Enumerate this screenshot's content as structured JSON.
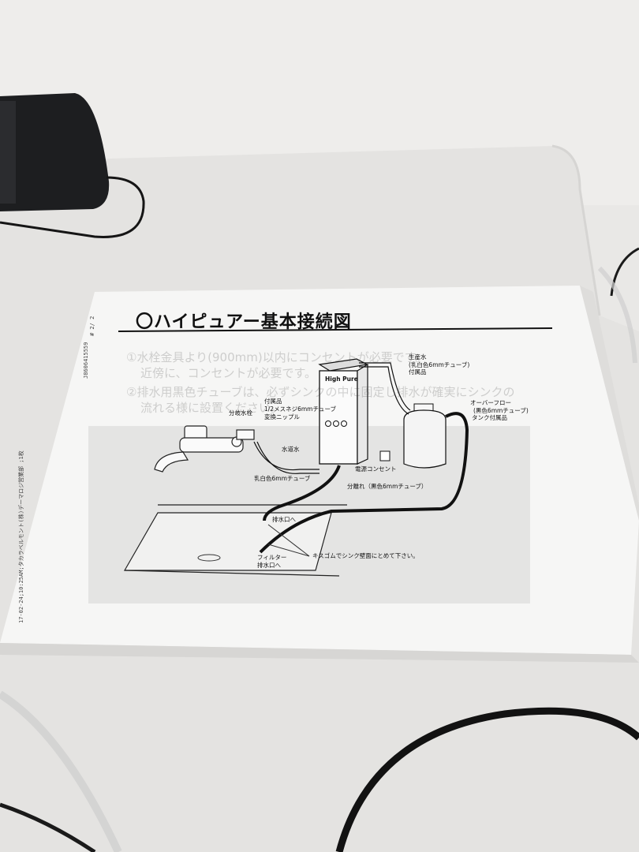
{
  "document": {
    "title": "〇ハイピュアー基本接続図",
    "unit_brand": "High Pure",
    "ghost_lines": [
      "①水栓金具より(900mm)以内にコンセントが必要です。",
      "近傍に、コンセントが必要です。",
      "②排水用黒色チューブは、必ずシンクの中に固定し排水が確実にシンクの",
      "流れる様に設置ください。"
    ],
    "labels": {
      "produced_water": "生産水",
      "produced_tube": "(乳白色6mmチューブ)",
      "produced_accessory": "付属品",
      "accessory_top": "付属品",
      "nipple_size": "1/2メスネジ6mmチューブ",
      "nipple": "変換ニップル",
      "faucet": "分岐水栓",
      "tap_water": "水道水",
      "tap_tube": "乳白色6mmチューブ",
      "outlet": "電源コンセント",
      "overflow": "オーバーフロー",
      "overflow_tube": "(黒色6mmチューブ)",
      "overflow_accessory": "タンク付属品",
      "separation": "分離れ（黒色6mmチューブ）",
      "drain_port": "排水口へ",
      "filter": "フィルター",
      "filter_drain": "排水口へ",
      "kiss_gum": "キスゴムでシンク壁面にとめて下さい。"
    },
    "fax_header": "17-02-24;10:25AM;タカラベルモント(株)デーマロジ営業部 ;1枚",
    "fax_number": "J8606415559",
    "page_marker": "# 2/ 2"
  }
}
